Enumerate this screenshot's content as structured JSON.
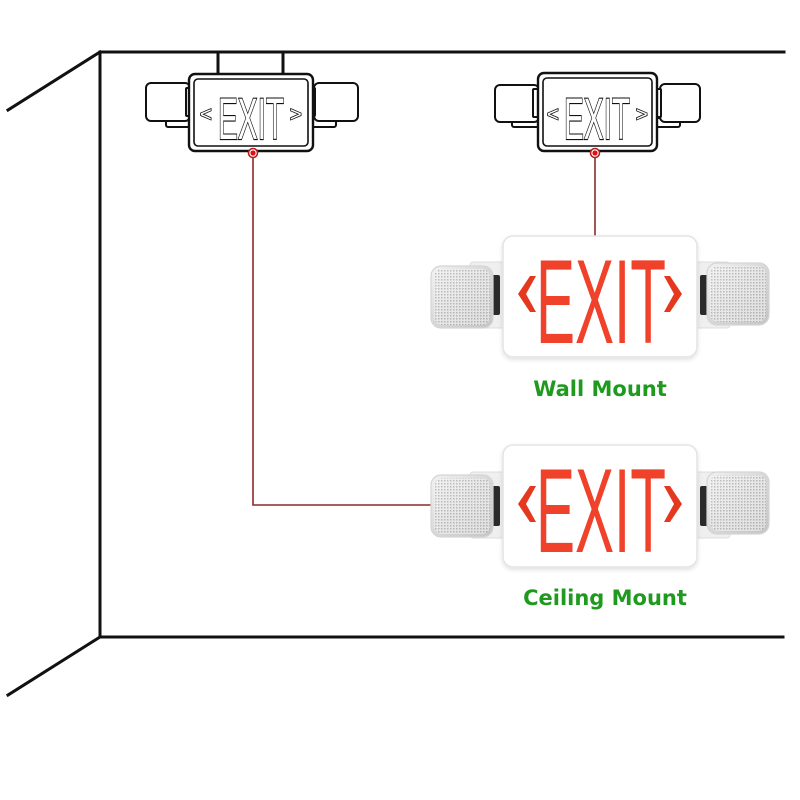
{
  "diagram": {
    "title": "Exit sign mounting options",
    "signs": [
      {
        "id": "outline-ceiling",
        "legend": "EXIT",
        "style": "outline",
        "mount": "ceiling"
      },
      {
        "id": "outline-wall",
        "legend": "EXIT",
        "style": "outline",
        "mount": "wall"
      },
      {
        "id": "photo-wall",
        "legend": "EXIT",
        "style": "red-led",
        "caption": "Wall Mount"
      },
      {
        "id": "photo-ceiling",
        "legend": "EXIT",
        "style": "red-led",
        "caption": "Ceiling Mount"
      }
    ],
    "chevron_left": "<",
    "chevron_right": ">",
    "colors": {
      "wall_lines": "#111111",
      "connector": "#8b2a2a",
      "connector_dot": "#e01010",
      "exit_red": "#f0412a",
      "caption_green": "#1f9a1f"
    }
  }
}
